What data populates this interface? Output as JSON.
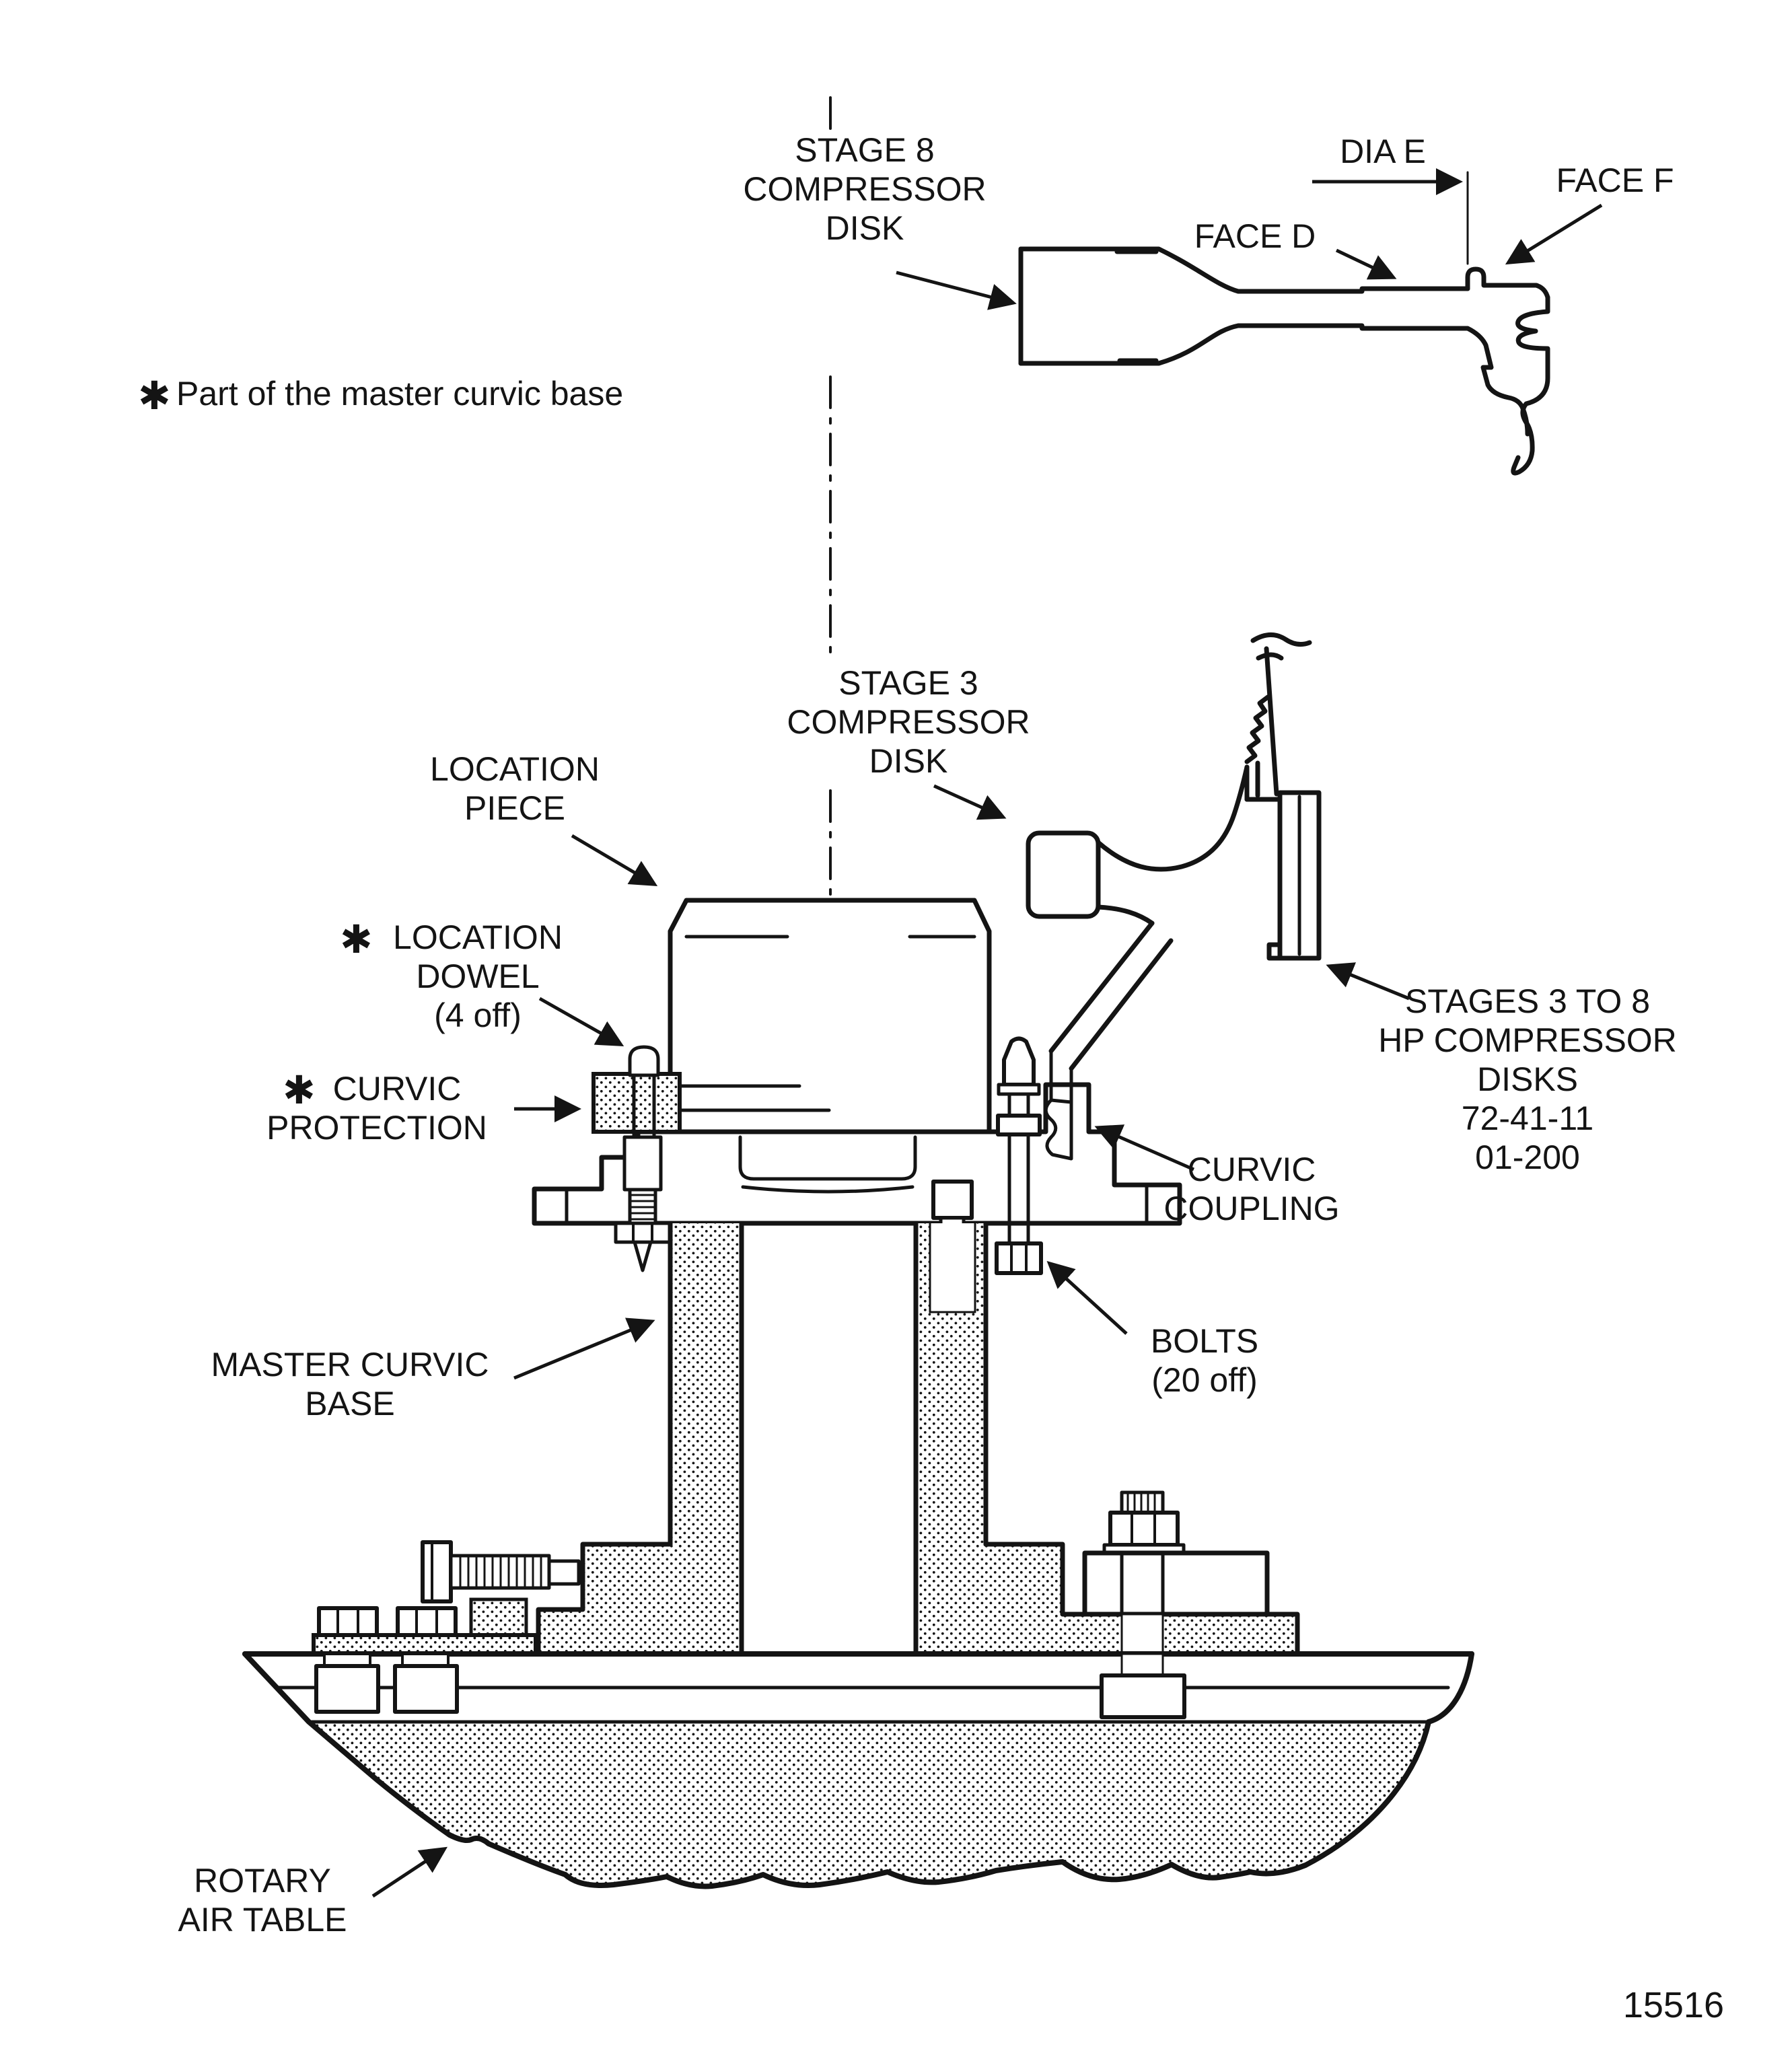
{
  "figure_number": "15516",
  "note": {
    "symbol": "✱",
    "text": "Part of the master curvic base"
  },
  "colors": {
    "ink": "#141414",
    "paper": "#ffffff"
  },
  "labels": {
    "stage8_disk": {
      "lines": [
        "STAGE 8",
        "COMPRESSOR",
        "DISK"
      ]
    },
    "dia_e": {
      "text": "DIA E"
    },
    "face_d": {
      "text": "FACE D"
    },
    "face_f": {
      "text": "FACE F"
    },
    "stage3_disk": {
      "lines": [
        "STAGE 3",
        "COMPRESSOR",
        "DISK"
      ]
    },
    "location_piece": {
      "lines": [
        "LOCATION",
        "PIECE"
      ]
    },
    "location_dowel": {
      "symbol": "✱",
      "lines": [
        "LOCATION",
        "DOWEL",
        "(4 off)"
      ]
    },
    "curvic_protection": {
      "symbol": "✱",
      "lines": [
        "CURVIC",
        "PROTECTION"
      ]
    },
    "stages_3_to_8": {
      "lines": [
        "STAGES 3 TO 8",
        "HP COMPRESSOR",
        "DISKS",
        "72-41-11",
        "01-200"
      ]
    },
    "curvic_coupling": {
      "lines": [
        "CURVIC",
        "COUPLING"
      ]
    },
    "master_curvic_base": {
      "lines": [
        "MASTER CURVIC",
        "BASE"
      ]
    },
    "bolts": {
      "lines": [
        "BOLTS",
        "(20 off)"
      ]
    },
    "rotary_air_table": {
      "lines": [
        "ROTARY",
        "AIR TABLE"
      ]
    }
  }
}
